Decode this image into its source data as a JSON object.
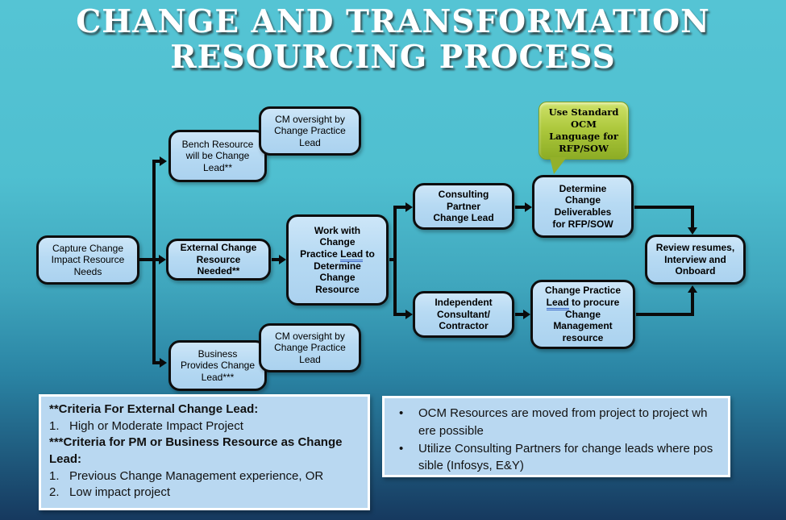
{
  "title": {
    "line1": "CHANGE AND TRANSFORMATION",
    "line2": "RESOURCING PROCESS"
  },
  "colors": {
    "background_top": "#55C4D4",
    "background_bottom": "#16395F",
    "flow_box_fill": "#BEDFF4",
    "flow_box_border": "#0D0D0D",
    "callout_green_top": "#CFE26A",
    "callout_green_bottom": "#8CAC24",
    "panel_fill": "#B9D8F1",
    "panel_border": "#FFFFFF",
    "grammar_underline_blue": "#3A66C8"
  },
  "flowchart": {
    "boxes": {
      "capture": {
        "label": "Capture Change\nImpact Resource\nNeeds"
      },
      "bench": {
        "label": "Bench Resource\nwill be Change\nLead**"
      },
      "cm_oversight_top": {
        "label": "CM oversight by\nChange Practice\nLead"
      },
      "external": {
        "label": "External Change\nResource\nNeeded**"
      },
      "business": {
        "label": "Business\nProvides Change\nLead***"
      },
      "cm_oversight_bottom": {
        "label": "CM oversight by\nChange Practice\nLead"
      },
      "work_with": {
        "before": "Work with\nChange\nPractice ",
        "underlined": "Lead",
        "after": " to\nDetermine\nChange\nResource"
      },
      "consulting": {
        "label": "Consulting\nPartner\nChange Lead"
      },
      "independent": {
        "label": "Independent\nConsultant/\nContractor"
      },
      "determine": {
        "label": "Determine\nChange\nDeliverables\nfor RFP/SOW"
      },
      "procure": {
        "before": "Change Practice\n",
        "underlined": "Lead",
        "after": " to procure\nChange\nManagement\nresource"
      },
      "review": {
        "label": "Review resumes,\nInterview and\nOnboard"
      }
    },
    "callout": {
      "text": "Use Standard\nOCM\nLanguage for\nRFP/SOW"
    }
  },
  "notes_left": {
    "lines": [
      {
        "text": "**Criteria For External Change Lead:"
      },
      {
        "text": "1.   High or Moderate Impact Project"
      },
      {
        "text": "***Criteria for PM or Business Resource as Change\nLead:"
      },
      {
        "text": "1.   Previous Change Management experience, OR"
      },
      {
        "text": "2.   Low impact project"
      }
    ]
  },
  "notes_right": {
    "bullet_char": "•",
    "bullets": [
      "OCM Resources are moved from project to project wh\nere possible",
      "Utilize Consulting Partners for change leads where pos\nsible (Infosys, E&Y)"
    ]
  }
}
